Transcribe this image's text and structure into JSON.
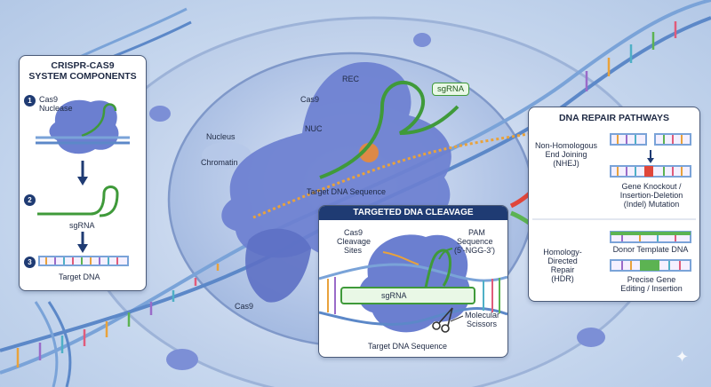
{
  "components_panel": {
    "title_line1": "CRISPR-CAS9",
    "title_line2": "SYSTEM COMPONENTS",
    "steps": [
      {
        "num": "1",
        "label_line1": "Cas9",
        "label_line2": "Nuclease"
      },
      {
        "num": "2",
        "label_line1": "sgRNA",
        "label_line2": ""
      },
      {
        "num": "3",
        "label_line1": "Target DNA",
        "label_line2": ""
      }
    ]
  },
  "center_labels": {
    "cas9_top": "Cas9",
    "rec": "REC",
    "nuc": "NUC",
    "nucleus": "Nucleus",
    "chromatin": "Chromatin",
    "target_dna": "Target DNA Sequence",
    "cas9_bottom": "Cas9",
    "sgrna_tag": "sgRNA"
  },
  "cleavage_panel": {
    "title": "TARGETED DNA CLEAVAGE",
    "cleavage_sites_1": "Cas9",
    "cleavage_sites_2": "Cleavage",
    "cleavage_sites_3": "Sites",
    "pam_1": "PAM",
    "pam_2": "Sequence",
    "pam_3": "(5'-NGG-3')",
    "sgrna": "sgRNA",
    "scissors_1": "Molecular",
    "scissors_2": "Scissors",
    "target": "Target DNA Sequence"
  },
  "repair_panel": {
    "title": "DNA REPAIR PATHWAYS",
    "nhej_1": "Non-Homologous",
    "nhej_2": "End Joining",
    "nhej_3": "(NHEJ)",
    "knockout_1": "Gene Knockout /",
    "knockout_2": "Insertion-Deletion",
    "knockout_3": "(Indel) Mutation",
    "hdr_1": "Homology-",
    "hdr_2": "Directed",
    "hdr_3": "Repair",
    "hdr_4": "(HDR)",
    "donor": "Donor Template DNA",
    "precise_1": "Precise Gene",
    "precise_2": "Editing / Insertion"
  },
  "colors": {
    "protein": "#6b7fd0",
    "rna": "#3f9a3a",
    "dna_backbone": "#7aa3d8",
    "nhej_arrow": "#e0463a",
    "hdr_arrow": "#5cb352",
    "panel_border": "#4a5a78"
  }
}
